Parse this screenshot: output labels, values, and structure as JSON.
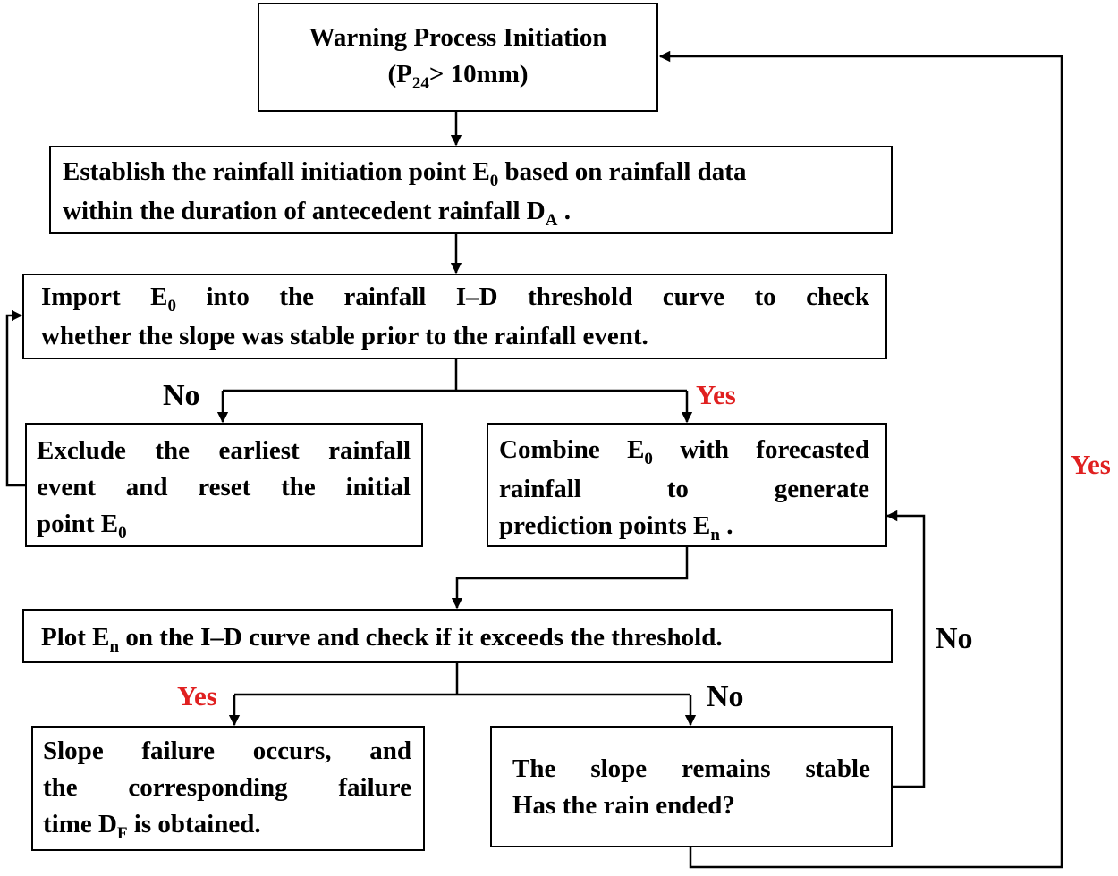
{
  "colors": {
    "line": "#000000",
    "yes_label": "#e02020",
    "no_label": "#000000"
  },
  "nodes": {
    "start": {
      "line1": "Warning Process Initiation",
      "line2_open": "(P",
      "line2_sub": "24",
      "line2_rest": "> 10mm)"
    },
    "establish": {
      "line1_a": "Establish the rainfall initiation point E",
      "line1_sub": "0",
      "line1_b": " based on rainfall data",
      "line2_a": "within the duration of antecedent rainfall D",
      "line2_sub": "A",
      "line2_b": " ."
    },
    "import": {
      "line1_a": "Import E",
      "line1_sub": "0",
      "line1_b": " into the rainfall I–D threshold curve to check",
      "line2": "whether the slope was stable prior to the rainfall event."
    },
    "exclude": {
      "line1": "Exclude the earliest rainfall",
      "line2": "event and reset the initial",
      "line3_a": "point E",
      "line3_sub": "0"
    },
    "combine": {
      "line1_a": "Combine E",
      "line1_sub": "0",
      "line1_b": " with forecasted",
      "line2": "rainfall to generate",
      "line3_a": "prediction points E",
      "line3_sub": "n",
      "line3_b": " ."
    },
    "plot": {
      "line1_a": "Plot E",
      "line1_sub": "n",
      "line1_b": " on the I–D curve and check if it exceeds the threshold."
    },
    "failure": {
      "line1": "Slope failure occurs, and",
      "line2": "the corresponding failure",
      "line3_a": "time D",
      "line3_sub": "F",
      "line3_b": " is obtained."
    },
    "stable": {
      "line1": "The slope remains stable",
      "line2": "Has the rain ended?"
    }
  },
  "labels": {
    "no_import": "No",
    "yes_import": "Yes",
    "yes_plot": "Yes",
    "no_plot": "No",
    "no_stable": "No",
    "yes_loop": "Yes"
  }
}
